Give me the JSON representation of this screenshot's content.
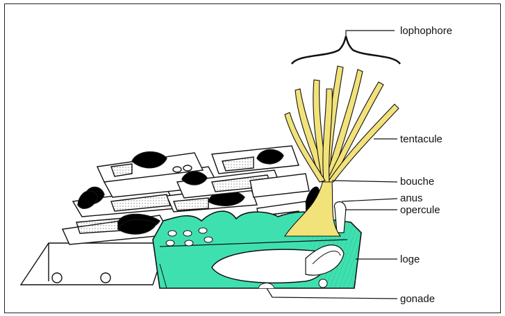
{
  "labels": {
    "lophophore": "lophophore",
    "tentacule": "tentacule",
    "bouche": "bouche",
    "anus": "anus",
    "opercule": "opercule",
    "loge": "loge",
    "gonade": "gonade"
  },
  "colors": {
    "zooid_fill": "#3fe0b0",
    "tentacle_fill": "#f2e27a",
    "outline": "#111111",
    "embryo": "#000000",
    "stipple": "#666666"
  }
}
